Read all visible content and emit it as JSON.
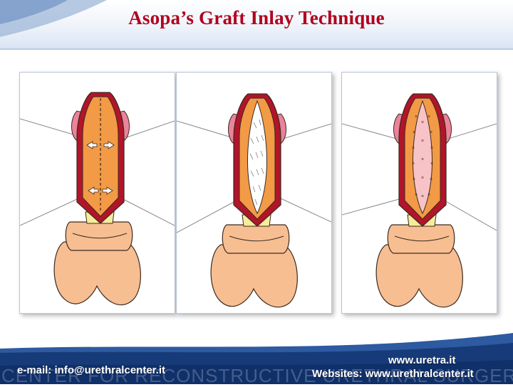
{
  "slide": {
    "title": "Asopa’s Graft Inlay Technique"
  },
  "footer": {
    "email": "e-mail: info@urethralcenter.it",
    "website_1": "www.uretra.it",
    "websites_label": "Websites:",
    "website_2": "www.urethralcenter.it",
    "watermark": "CENTER FOR RECONSTRUCTIVE URETHRAL SURGERY"
  },
  "colors": {
    "title": "#b0001e",
    "footer_blue": "#1a3f7a",
    "skin": "#f7be92",
    "urethral_plate": "#f29a45",
    "corpora_red": "#b2142a",
    "graft_pink": "#f7c3c6"
  },
  "panels": [
    {
      "name": "panel-incision"
    },
    {
      "name": "panel-graft-placed"
    },
    {
      "name": "panel-graft-sutured"
    }
  ]
}
